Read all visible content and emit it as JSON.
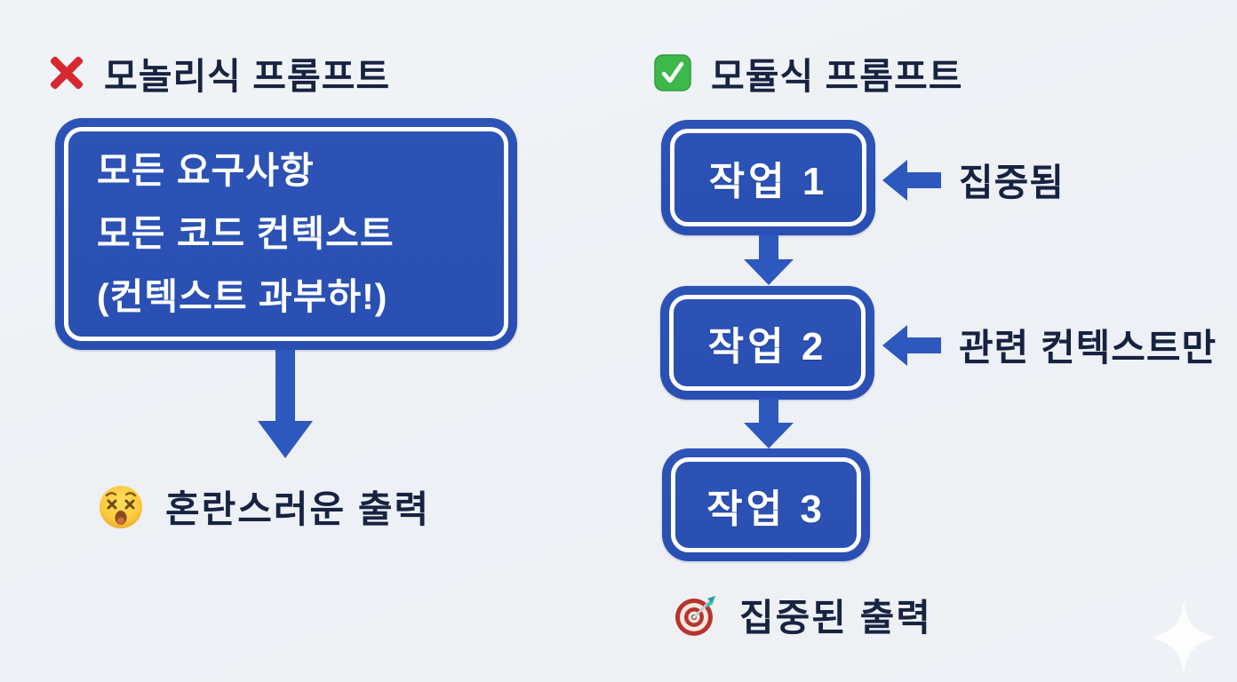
{
  "colors": {
    "background": "#eef1f5",
    "node_blue": "#2b51b5",
    "arrow_blue": "#2d58bd",
    "text_dark": "#182341",
    "node_text": "#ffffff",
    "cross_red": "#d7282f",
    "check_green": "#3db84b"
  },
  "left_panel": {
    "title_icon": "cross-mark",
    "title": "모놀리식 프롬프트",
    "box_lines": {
      "line1": "모든 요구사항",
      "line2": "모든 코드 컨텍스트",
      "line3": "(컨텍스트 과부하!)"
    },
    "output_icon": "dizzy-face",
    "output_label": "혼란스러운 출력"
  },
  "right_panel": {
    "title_icon": "check-mark",
    "title": "모듈식 프롬프트",
    "tasks": [
      {
        "label": "작업 1",
        "annotation": "집중됨"
      },
      {
        "label": "작업 2",
        "annotation": "관련 컨텍스트만"
      },
      {
        "label": "작업 3",
        "annotation": ""
      }
    ],
    "output_icon": "dart-target",
    "output_label": "집중된 출력"
  },
  "watermark_icon": "sparkle"
}
